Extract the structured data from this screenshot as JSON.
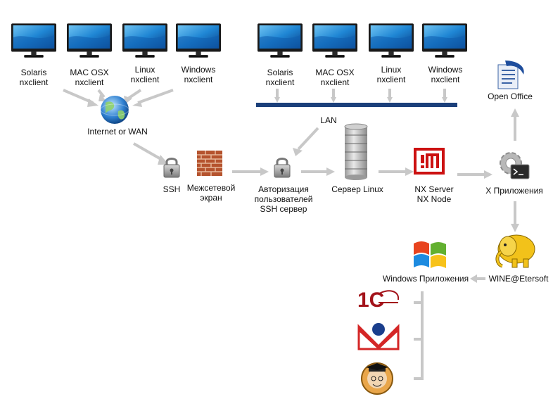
{
  "wan_clients": [
    {
      "os": "Solaris",
      "client": "nxclient"
    },
    {
      "os": "MAC OSX",
      "client": "nxclient"
    },
    {
      "os": "Linux",
      "client": "nxclient"
    },
    {
      "os": "Windows",
      "client": "nxclient"
    }
  ],
  "lan_clients": [
    {
      "os": "Solaris",
      "client": "nxclient"
    },
    {
      "os": "MAC OSX",
      "client": "nxclient"
    },
    {
      "os": "Linux",
      "client": "nxclient"
    },
    {
      "os": "Windows",
      "client": "nxclient"
    }
  ],
  "nodes": {
    "internet": "Internet or WAN",
    "lan": "LAN",
    "ssh": "SSH",
    "firewall": {
      "line1": "Межсетевой",
      "line2": "экран"
    },
    "auth": {
      "line1": "Авторизация",
      "line2": "пользователей",
      "line3": "SSH сервер"
    },
    "server": "Сервер Linux",
    "nx": {
      "line1": "NX Server",
      "line2": "NX Node"
    },
    "x_apps": "X Приложения",
    "open_office": "Open Office",
    "wine": "WINE@Etersoft",
    "win_apps": "Windows Приложения"
  },
  "logos": {
    "onec": "1С"
  },
  "colors": {
    "arrow": "#c8c8c8",
    "lan_bus": "#1b3f7a",
    "nx_red": "#cc1111",
    "brick": "#b5532e"
  }
}
